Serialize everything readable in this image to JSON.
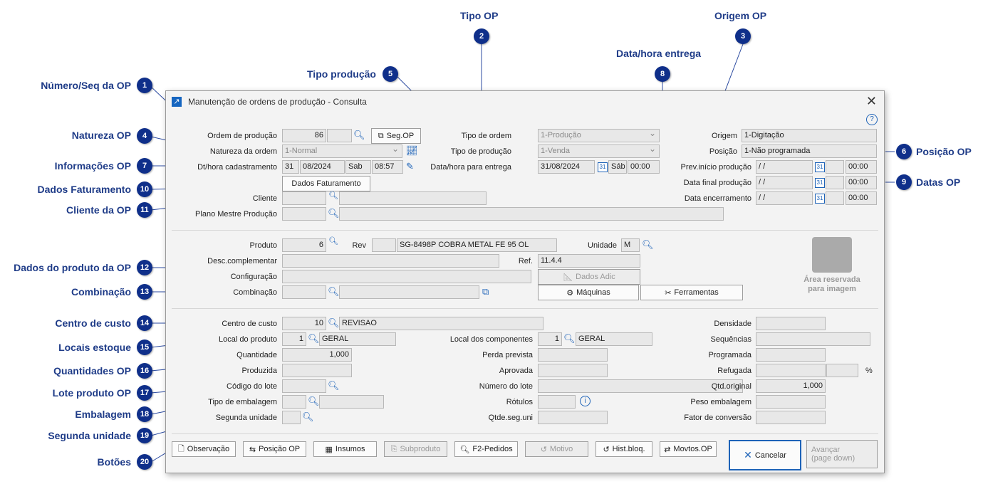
{
  "window": {
    "title": "Manutenção de ordens de produção - Consulta"
  },
  "callouts": [
    {
      "n": "1",
      "label": "Número/Seq da OP"
    },
    {
      "n": "2",
      "label": "Tipo OP"
    },
    {
      "n": "3",
      "label": "Origem OP"
    },
    {
      "n": "4",
      "label": "Natureza OP"
    },
    {
      "n": "5",
      "label": "Tipo produção"
    },
    {
      "n": "6",
      "label": "Posição OP"
    },
    {
      "n": "7",
      "label": "Informações OP"
    },
    {
      "n": "8",
      "label": "Data/hora entrega"
    },
    {
      "n": "9",
      "label": "Datas OP"
    },
    {
      "n": "10",
      "label": "Dados Faturamento"
    },
    {
      "n": "11",
      "label": "Cliente da OP"
    },
    {
      "n": "12",
      "label": "Dados do produto da OP"
    },
    {
      "n": "13",
      "label": "Combinação"
    },
    {
      "n": "14",
      "label": "Centro de custo"
    },
    {
      "n": "15",
      "label": "Locais estoque"
    },
    {
      "n": "16",
      "label": "Quantidades OP"
    },
    {
      "n": "17",
      "label": "Lote produto OP"
    },
    {
      "n": "18",
      "label": "Embalagem"
    },
    {
      "n": "19",
      "label": "Segunda unidade"
    },
    {
      "n": "20",
      "label": "Botões"
    }
  ],
  "header": {
    "ordem_label": "Ordem de produção",
    "ordem_value": "86",
    "seq_value": "",
    "seq_button": "Seg.OP",
    "natureza_label": "Natureza da ordem",
    "natureza_value": "1-Normal",
    "dthora_label": "Dt/hora cadastramento",
    "dt_day": "31",
    "dt_month": "08/2024",
    "dt_weekday": "Sab",
    "dt_time": "08:57",
    "faturamento_button": "Dados Faturamento",
    "cliente_label": "Cliente",
    "plano_label": "Plano Mestre Produção",
    "tipo_ordem_label": "Tipo de ordem",
    "tipo_ordem_value": "1-Produção",
    "tipo_producao_label": "Tipo de produção",
    "tipo_producao_value": "1-Venda",
    "entrega_label": "Data/hora para entrega",
    "entrega_date": "31/08/2024",
    "entrega_weekday": "Sáb",
    "entrega_time": "00:00",
    "origem_label": "Origem",
    "origem_value": "1-Digitação",
    "posicao_label": "Posição",
    "posicao_value": "1-Não programada",
    "prev_inicio_label": "Prev.início produção",
    "prev_inicio_date": " / /",
    "prev_inicio_time": "00:00",
    "data_final_label": "Data final produção",
    "data_final_date": " / /",
    "data_final_time": "00:00",
    "encerramento_label": "Data encerramento",
    "encerramento_date": " / /",
    "encerramento_time": "00:00"
  },
  "product": {
    "produto_label": "Produto",
    "produto_value": "6",
    "rev_label": "Rev",
    "rev_value": "",
    "produto_desc": "SG-8498P COBRA METAL FE 95 OL",
    "unidade_label": "Unidade",
    "unidade_value": "M",
    "desc_comp_label": "Desc.complementar",
    "ref_label": "Ref.",
    "ref_value": "11.4.4",
    "config_label": "Configuração",
    "dados_adic_button": "Dados Adic",
    "combinacao_label": "Combinação",
    "maquinas_button": "Máquinas",
    "ferramentas_button": "Ferramentas",
    "image_placeholder_line1": "Área reservada",
    "image_placeholder_line2": "para imagem"
  },
  "details": {
    "centro_label": "Centro de custo",
    "centro_value": "10",
    "centro_desc": "REVISAO",
    "local_prod_label": "Local do produto",
    "local_prod_value": "1",
    "local_prod_desc": "GERAL",
    "quantidade_label": "Quantidade",
    "quantidade_value": "1,000",
    "produzida_label": "Produzida",
    "codigo_lote_label": "Código do lote",
    "tipo_emb_label": "Tipo de embalagem",
    "segunda_label": "Segunda unidade",
    "local_comp_label": "Local dos componentes",
    "local_comp_value": "1",
    "local_comp_desc": "GERAL",
    "perda_label": "Perda prevista",
    "aprovada_label": "Aprovada",
    "num_lote_label": "Número do lote",
    "rotulos_label": "Rótulos",
    "qtde_seg_label": "Qtde.seg.uni",
    "densidade_label": "Densidade",
    "sequencias_label": "Sequências",
    "programada_label": "Programada",
    "refugada_label": "Refugada",
    "percent_sign": "%",
    "qtd_original_label": "Qtd.original",
    "qtd_original_value": "1,000",
    "peso_emb_label": "Peso embalagem",
    "fator_label": "Fator de conversão"
  },
  "footer": {
    "observacao": "Observação",
    "posicao_op": "Posição OP",
    "insumos": "Insumos",
    "subproduto": "Subproduto",
    "f2_pedidos": "F2-Pedidos",
    "motivo": "Motivo",
    "hist_bloq": "Hist.bloq.",
    "movtos_op": "Movtos.OP",
    "cancelar": "Cancelar",
    "avancar_line1": "Avançar",
    "avancar_line2": "(page down)"
  }
}
